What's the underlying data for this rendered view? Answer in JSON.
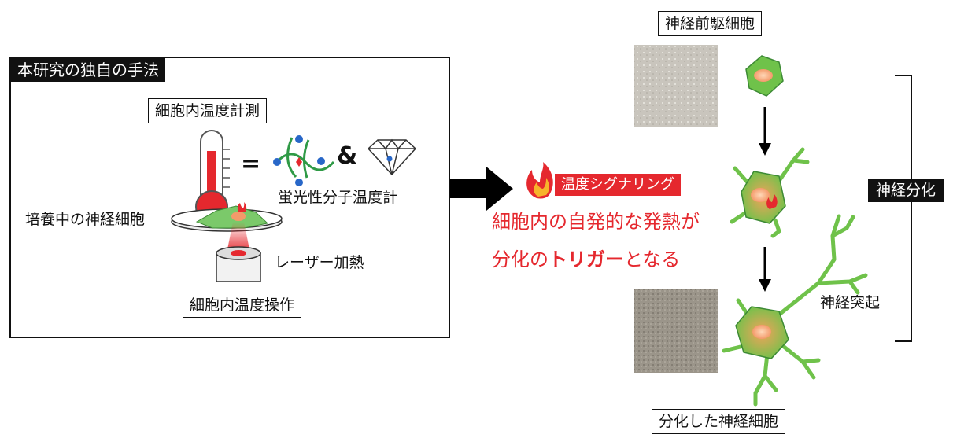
{
  "left_panel": {
    "title": "本研究の独自の手法",
    "measure_label": "細胞内温度計測",
    "equals": "=",
    "ampersand": "&",
    "thermometer_label": "蛍光性分子温度計",
    "culture_label": "培養中の神経細胞",
    "laser_label": "レーザー加熱",
    "operation_label": "細胞内温度操作"
  },
  "middle": {
    "signal_label": "温度シグナリング",
    "line1": "細胞内の自発的な発熱が",
    "line2_pre": "分化の",
    "line2_bold": "トリガー",
    "line2_post": "となる"
  },
  "right": {
    "progenitor_label": "神経前駆細胞",
    "differentiation_label": "神経分化",
    "neurite_label": "神経突起",
    "differentiated_label": "分化した神経細胞"
  },
  "colors": {
    "accent_red": "#e5282e",
    "cell_green": "#6fc24a",
    "nucleus": "#f4a070"
  }
}
